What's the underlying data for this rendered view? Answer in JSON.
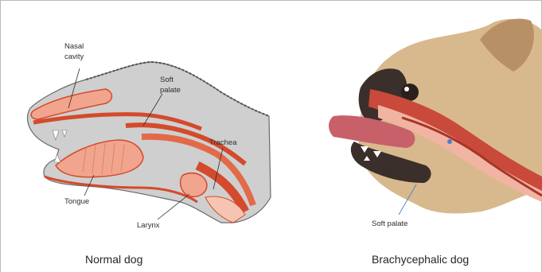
{
  "normal": {
    "labels": {
      "nasal": "Nasal",
      "cavity": "cavity",
      "soft": "Soft",
      "palate": "palate",
      "trachea": "Trachea",
      "tongue": "Tongue",
      "larynx": "Larynx"
    },
    "caption": "Normal dog"
  },
  "brachy": {
    "label": "Soft palate",
    "caption": "Brachycephalic dog"
  },
  "colors": {
    "tissue_red": "#d44a2c",
    "tissue_pink": "#f2a58e",
    "head_gray": "#cfcfcf",
    "fur_tan": "#d8b98d",
    "pointer_blue": "#4a7fc8"
  }
}
